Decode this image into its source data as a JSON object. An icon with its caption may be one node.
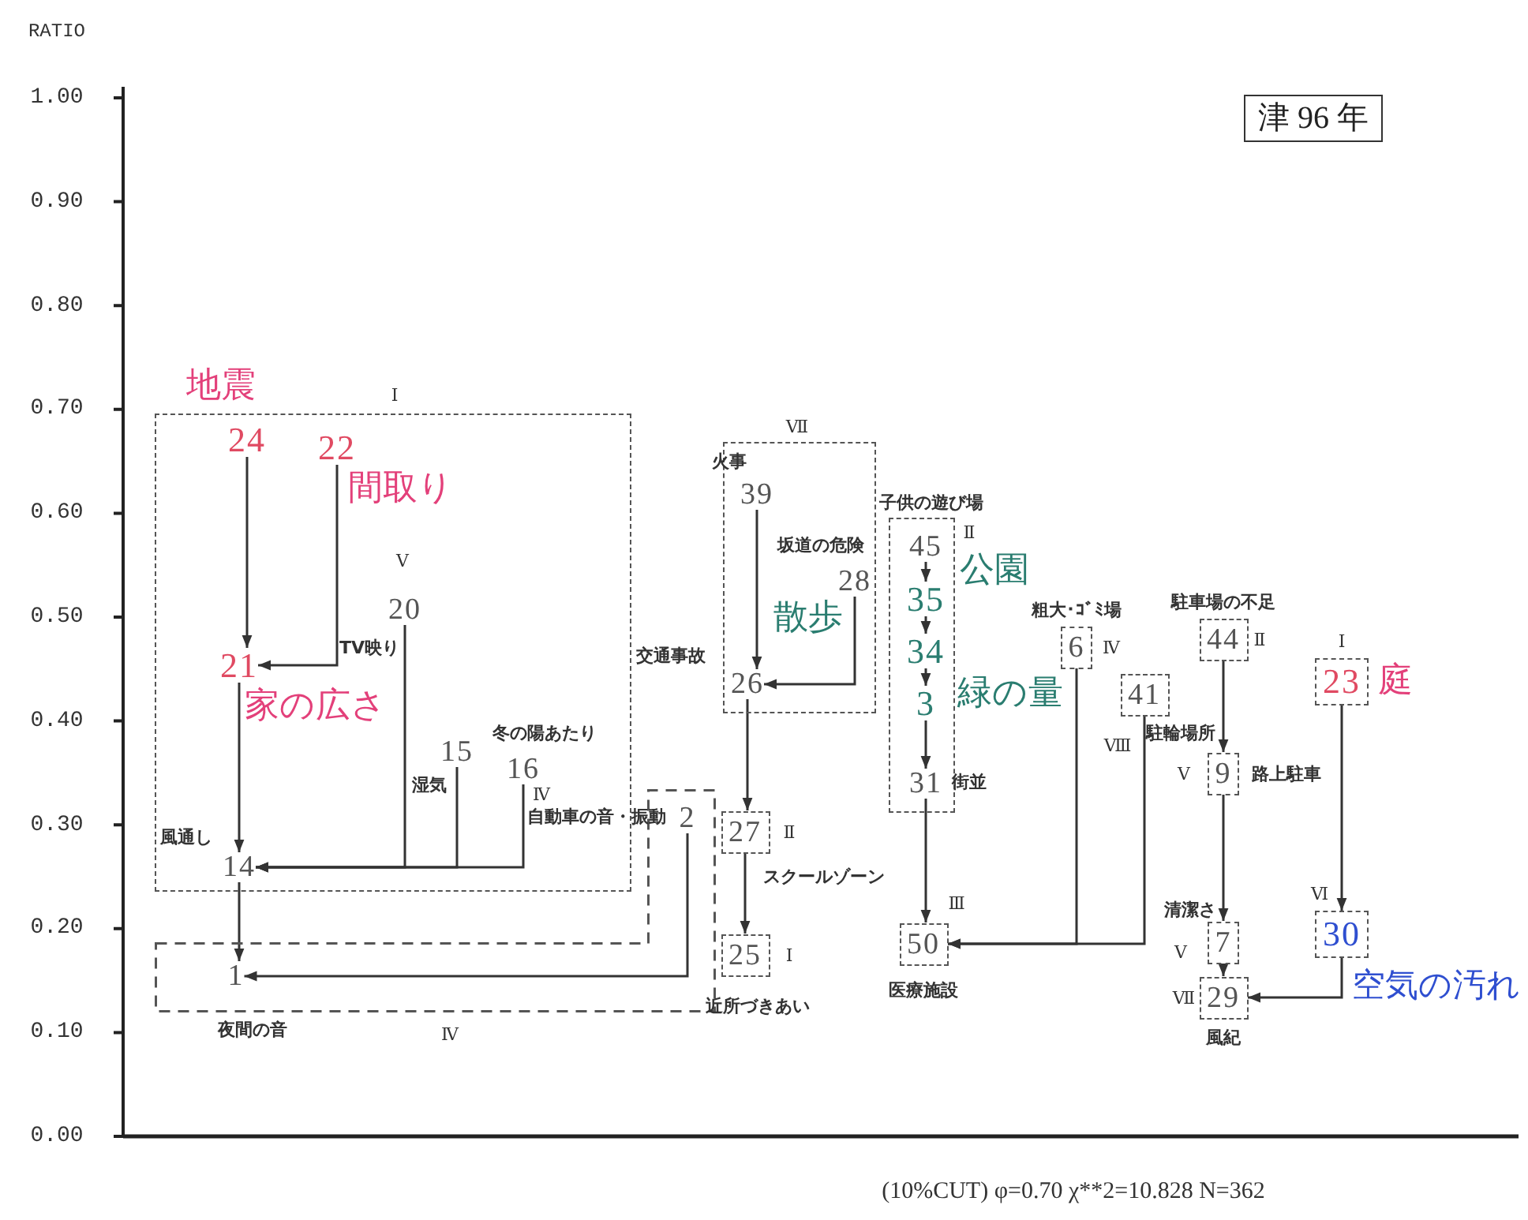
{
  "diagram": {
    "title": "津 96 年",
    "caption": "(10%CUT) φ=0.70 χ**2=10.828 N=362",
    "nodes": [
      {
        "text": [],
        "shape": "box",
        "beside": [
          "Ⅰ"
        ]
      },
      {
        "text": [
          "24"
        ],
        "in": 0,
        "beside": [
          "地震"
        ]
      },
      {
        "text": [
          "22"
        ],
        "in": 0,
        "beside": [
          "間取り"
        ]
      },
      {
        "text": [
          "20"
        ],
        "in": 0,
        "beside": [
          "Ⅴ",
          "TV映り"
        ]
      },
      {
        "text": [
          "21"
        ],
        "in": 0,
        "beside": [
          "家の広さ"
        ]
      },
      {
        "text": [
          "15"
        ],
        "in": 0,
        "beside": [
          "湿気"
        ]
      },
      {
        "text": [
          "16"
        ],
        "in": 0,
        "beside": [
          "冬の陽あたり",
          "Ⅳ"
        ]
      },
      {
        "text": [
          "14"
        ],
        "in": 0,
        "beside": [
          "風通し"
        ]
      },
      {
        "text": [],
        "shape": "box",
        "beside": [
          "Ⅳ"
        ]
      },
      {
        "text": [
          "2"
        ],
        "in": 8,
        "beside": [
          "自動車の音・振動"
        ]
      },
      {
        "text": [
          "1"
        ],
        "in": 8,
        "beside": [
          "夜間の音"
        ]
      },
      {
        "text": [],
        "shape": "box",
        "beside": [
          "Ⅶ"
        ]
      },
      {
        "text": [
          "39"
        ],
        "in": 11,
        "beside": [
          "火事"
        ]
      },
      {
        "text": [
          "28"
        ],
        "in": 11,
        "beside": [
          "坂道の危険",
          "散歩"
        ]
      },
      {
        "text": [
          "26"
        ],
        "in": 11,
        "beside": [
          "交通事故"
        ]
      },
      {
        "text": [
          "27"
        ],
        "beside": [
          "Ⅱ",
          "スクールゾーン"
        ]
      },
      {
        "text": [
          "25"
        ],
        "beside": [
          "Ⅰ",
          "近所づきあい"
        ]
      },
      {
        "text": [],
        "shape": "box",
        "beside": [
          "Ⅱ"
        ]
      },
      {
        "text": [
          "45"
        ],
        "in": 17,
        "beside": [
          "子供の遊び場"
        ]
      },
      {
        "text": [
          "35"
        ],
        "in": 17,
        "beside": [
          "公園"
        ]
      },
      {
        "text": [
          "34"
        ],
        "in": 17
      },
      {
        "text": [
          "3"
        ],
        "in": 17,
        "beside": [
          "緑の量"
        ]
      },
      {
        "text": [
          "31"
        ],
        "in": 17,
        "beside": [
          "街並"
        ]
      },
      {
        "text": [
          "6"
        ],
        "beside": [
          "粗大･ｺﾞﾐ場",
          "Ⅳ"
        ]
      },
      {
        "text": [
          "41"
        ],
        "beside": [
          "駐輪場所",
          "Ⅷ"
        ]
      },
      {
        "text": [
          "50"
        ],
        "beside": [
          "Ⅲ",
          "医療施設"
        ]
      },
      {
        "text": [
          "44"
        ],
        "beside": [
          "駐車場の不足",
          "Ⅱ"
        ]
      },
      {
        "text": [
          "23"
        ],
        "beside": [
          "Ⅰ",
          "庭"
        ]
      },
      {
        "text": [
          "9"
        ],
        "beside": [
          "Ⅴ",
          "路上駐車"
        ]
      },
      {
        "text": [
          "7"
        ],
        "beside": [
          "清潔さ",
          "Ⅴ"
        ]
      },
      {
        "text": [
          "30"
        ],
        "beside": [
          "Ⅵ",
          "空気の汚れ"
        ]
      },
      {
        "text": [
          "29"
        ],
        "beside": [
          "Ⅶ",
          "風紀"
        ]
      }
    ],
    "edges": [
      {
        "from": 1,
        "to": 4,
        "arrow": "to"
      },
      {
        "from": 2,
        "to": 4,
        "arrow": "to"
      },
      {
        "from": 4,
        "to": 7,
        "arrow": "to"
      },
      {
        "from": 3,
        "to": 7,
        "arrow": "to"
      },
      {
        "from": 5,
        "to": 7,
        "arrow": "to"
      },
      {
        "from": 6,
        "to": 7,
        "arrow": "to"
      },
      {
        "from": 7,
        "to": 10,
        "arrow": "to"
      },
      {
        "from": 9,
        "to": 10,
        "arrow": "to"
      },
      {
        "from": 12,
        "to": 14,
        "arrow": "to"
      },
      {
        "from": 13,
        "to": 14,
        "arrow": "to"
      },
      {
        "from": 14,
        "to": 15,
        "arrow": "to"
      },
      {
        "from": 15,
        "to": 16,
        "arrow": "to"
      },
      {
        "from": 18,
        "to": 19,
        "arrow": "to"
      },
      {
        "from": 19,
        "to": 20,
        "arrow": "to"
      },
      {
        "from": 20,
        "to": 21,
        "arrow": "to"
      },
      {
        "from": 21,
        "to": 22,
        "arrow": "to"
      },
      {
        "from": 22,
        "to": 25,
        "arrow": "to"
      },
      {
        "from": 23,
        "to": 25,
        "arrow": "to"
      },
      {
        "from": 24,
        "to": 25,
        "arrow": "to"
      },
      {
        "from": 26,
        "to": 28,
        "arrow": "to"
      },
      {
        "from": 28,
        "to": 29,
        "arrow": "to"
      },
      {
        "from": 29,
        "to": 31,
        "arrow": "to"
      },
      {
        "from": 27,
        "to": 30,
        "arrow": "to"
      },
      {
        "from": 30,
        "to": 31,
        "arrow": "to"
      }
    ],
    "labels": [
      "RATIO",
      "1.00",
      "0.90",
      "0.80",
      "0.70",
      "0.60",
      "0.50",
      "0.40",
      "0.30",
      "0.20",
      "0.10",
      "0.00"
    ]
  }
}
